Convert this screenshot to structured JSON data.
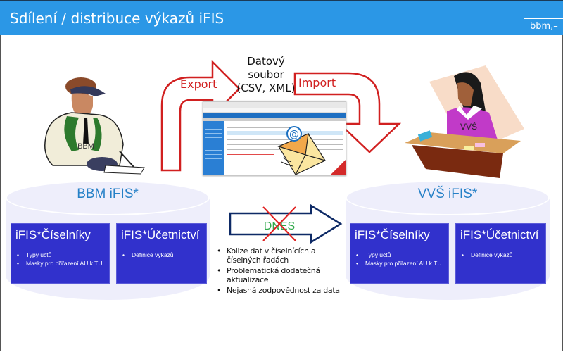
{
  "header": {
    "title": "Sdílení / distribuce výkazů iFIS",
    "brand": "bbm,–",
    "background_color": "#2b97e6"
  },
  "flow": {
    "export_label": "Export",
    "import_label": "Import",
    "data_file_lines": [
      "Datový",
      "soubor",
      "(CSV, XML)"
    ],
    "arrow_color": "#d12020",
    "screenshot_icon": "browser-screenshot",
    "email_icon": "envelope-at-icon"
  },
  "figures": {
    "left_person_label": "BBM",
    "right_person_label": "VVŠ"
  },
  "left_db": {
    "title": "BBM iFIS*",
    "modules": [
      {
        "title": "iFIS*Číselníky",
        "items": [
          "Typy účtů",
          "Masky pro přiřazení AU k TU"
        ]
      },
      {
        "title": "iFIS*Účetnictví",
        "items": [
          "Definice výkazů"
        ]
      }
    ]
  },
  "right_db": {
    "title": "VVŠ iFIS*",
    "modules": [
      {
        "title": "iFIS*Číselníky",
        "items": [
          "Typy účtů",
          "Masky pro přiřazení AU k TU"
        ]
      },
      {
        "title": "iFIS*Účetnictví",
        "items": [
          "Definice výkazů"
        ]
      }
    ]
  },
  "today": {
    "label": "DNES",
    "crossed_out": true,
    "label_color": "#2ea84a",
    "cross_color": "#e02020",
    "arrow_outline_color": "#0e2a66",
    "issues": [
      "Kolize dat v číselnících a číselných řadách",
      "Problematická dodatečná aktualizace",
      "Nejasná zodpovědnost za data"
    ]
  },
  "colors": {
    "module_box": "#3131cc",
    "cylinder": "#eeeefb",
    "db_title": "#2580c7"
  }
}
